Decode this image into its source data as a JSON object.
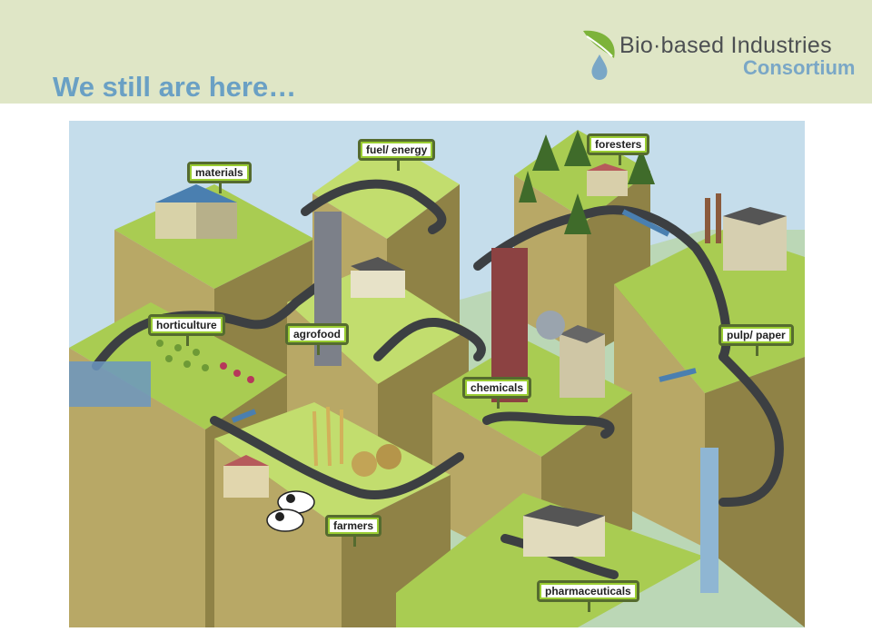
{
  "slide": {
    "title": "We still are here…"
  },
  "logo": {
    "line1": "Bio·based Industries",
    "line2": "Consortium",
    "colors": {
      "leaf": "#7db33a",
      "drop": "#7aa7c6",
      "text": "#4c4f52"
    }
  },
  "diagram": {
    "labels": {
      "materials": "materials",
      "fuel_energy": "fuel/ energy",
      "foresters": "foresters",
      "horticulture": "horticulture",
      "agrofood": "agrofood",
      "pulp_paper": "pulp/ paper",
      "chemicals": "chemicals",
      "farmers": "farmers",
      "pharmaceuticals": "pharmaceuticals"
    },
    "colors": {
      "sky": "#c5ddeb",
      "grass": "#a9cc52",
      "grass_light": "#c2dd6e",
      "cliff": "#b8a866",
      "cliff_dark": "#8f8246",
      "road": "#3c3f42",
      "sign_border": "#556b2f"
    }
  }
}
